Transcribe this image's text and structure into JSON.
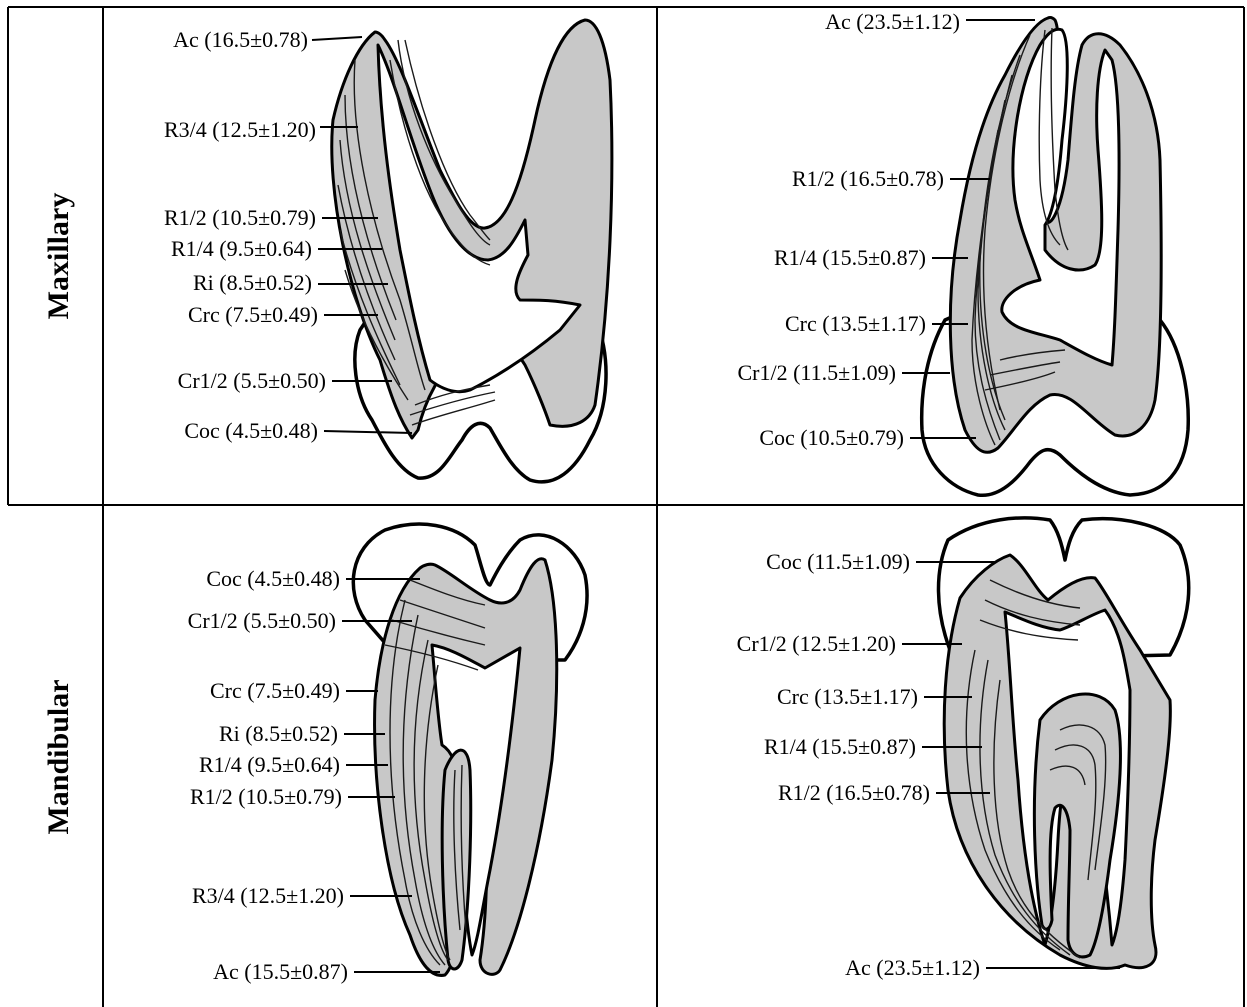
{
  "rows": {
    "maxillary": "Maxillary",
    "mandibular": "Mandibular"
  },
  "panels": {
    "max_left": [
      {
        "text": "Ac (16.5±0.78)"
      },
      {
        "text": "R3/4 (12.5±1.20)"
      },
      {
        "text": "R1/2 (10.5±0.79)"
      },
      {
        "text": "R1/4 (9.5±0.64)"
      },
      {
        "text": "Ri (8.5±0.52)"
      },
      {
        "text": "Crc (7.5±0.49)"
      },
      {
        "text": "Cr1/2 (5.5±0.50)"
      },
      {
        "text": "Coc (4.5±0.48)"
      }
    ],
    "max_right": [
      {
        "text": "Ac (23.5±1.12)"
      },
      {
        "text": "R1/2 (16.5±0.78)"
      },
      {
        "text": "R1/4 (15.5±0.87)"
      },
      {
        "text": "Crc (13.5±1.17)"
      },
      {
        "text": "Cr1/2 (11.5±1.09)"
      },
      {
        "text": "Coc (10.5±0.79)"
      }
    ],
    "mand_left": [
      {
        "text": "Coc (4.5±0.48)"
      },
      {
        "text": "Cr1/2 (5.5±0.50)"
      },
      {
        "text": "Crc (7.5±0.49)"
      },
      {
        "text": "Ri (8.5±0.52)"
      },
      {
        "text": "R1/4 (9.5±0.64)"
      },
      {
        "text": "R1/2 (10.5±0.79)"
      },
      {
        "text": "R3/4 (12.5±1.20)"
      },
      {
        "text": "Ac (15.5±0.87)"
      }
    ],
    "mand_right": [
      {
        "text": "Coc (11.5±1.09)"
      },
      {
        "text": "Cr1/2 (12.5±1.20)"
      },
      {
        "text": "Crc (13.5±1.17)"
      },
      {
        "text": "R1/4 (15.5±0.87)"
      },
      {
        "text": "R1/2 (16.5±0.78)"
      },
      {
        "text": "Ac (23.5±1.12)"
      }
    ]
  }
}
